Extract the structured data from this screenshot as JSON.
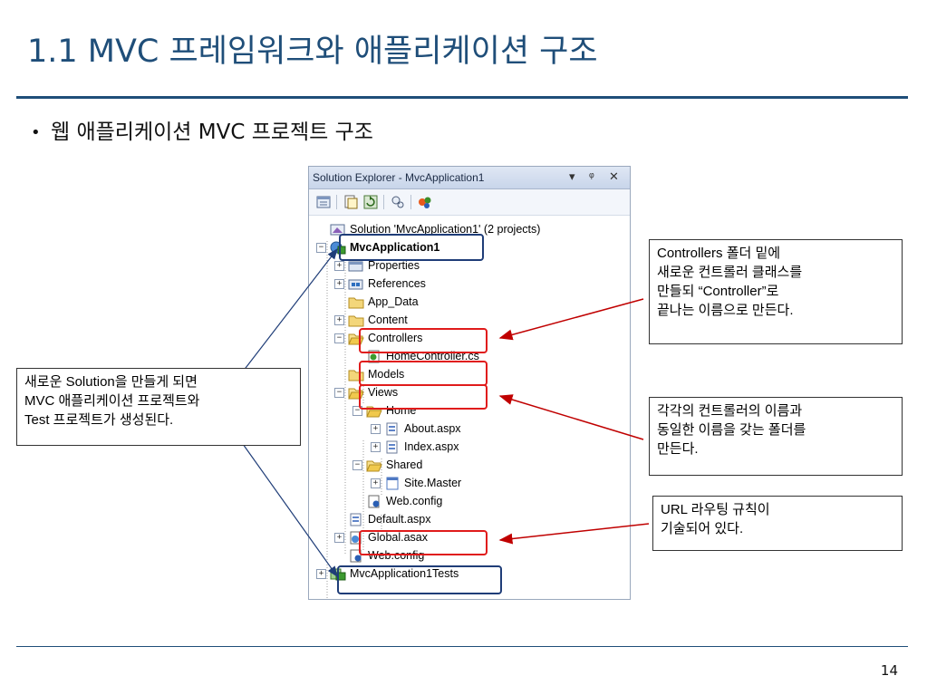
{
  "slide": {
    "title": "1.1 MVC 프레임워크와 애플리케이션 구조",
    "bullet": "웹 애플리케이션 MVC 프로젝트 구조",
    "page_number": "14"
  },
  "solution_explorer": {
    "title": "Solution Explorer - MvcApplication1",
    "controls": {
      "dropdown_icon": "chevron-down-icon",
      "pin_icon": "pin-icon",
      "close_icon": "close-icon"
    },
    "toolbar_icons": [
      "properties-icon",
      "show-all-files-icon",
      "refresh-icon",
      "view-designer-icon",
      "class-diagram-icon"
    ],
    "tree": [
      {
        "label": "Solution 'MvcApplication1' (2 projects)",
        "icon": "solution-icon",
        "expander": "",
        "depth": 0
      },
      {
        "label": "MvcApplication1",
        "icon": "web-project-icon",
        "expander": "−",
        "depth": 0,
        "bold": true
      },
      {
        "label": "Properties",
        "icon": "properties-folder-icon",
        "expander": "+",
        "depth": 1
      },
      {
        "label": "References",
        "icon": "references-icon",
        "expander": "+",
        "depth": 1
      },
      {
        "label": "App_Data",
        "icon": "folder-icon",
        "expander": "",
        "depth": 1
      },
      {
        "label": "Content",
        "icon": "folder-icon",
        "expander": "+",
        "depth": 1
      },
      {
        "label": "Controllers",
        "icon": "open-folder-icon",
        "expander": "−",
        "depth": 1
      },
      {
        "label": "HomeController.cs",
        "icon": "cs-file-icon",
        "expander": "",
        "depth": 2
      },
      {
        "label": "Models",
        "icon": "folder-icon",
        "expander": "",
        "depth": 1
      },
      {
        "label": "Views",
        "icon": "open-folder-icon",
        "expander": "−",
        "depth": 1
      },
      {
        "label": "Home",
        "icon": "open-folder-icon",
        "expander": "−",
        "depth": 2
      },
      {
        "label": "About.aspx",
        "icon": "aspx-file-icon",
        "expander": "+",
        "depth": 3
      },
      {
        "label": "Index.aspx",
        "icon": "aspx-file-icon",
        "expander": "+",
        "depth": 3
      },
      {
        "label": "Shared",
        "icon": "open-folder-icon",
        "expander": "−",
        "depth": 2
      },
      {
        "label": "Site.Master",
        "icon": "master-file-icon",
        "expander": "+",
        "depth": 3
      },
      {
        "label": "Web.config",
        "icon": "config-file-icon",
        "expander": "",
        "depth": 2
      },
      {
        "label": "Default.aspx",
        "icon": "aspx-file-icon",
        "expander": "",
        "depth": 1
      },
      {
        "label": "Global.asax",
        "icon": "asax-file-icon",
        "expander": "+",
        "depth": 1
      },
      {
        "label": "Web.config",
        "icon": "config-file-icon",
        "expander": "",
        "depth": 1
      },
      {
        "label": "MvcApplication1Tests",
        "icon": "test-project-icon",
        "expander": "+",
        "depth": 0
      }
    ]
  },
  "callouts": {
    "controllers": [
      "Controllers 폴더 밑에",
      "새로운 컨트롤러 클래스를",
      "만들되 “Controller”로",
      "끝나는 이름으로 만든다."
    ],
    "views": [
      "각각의 컨트롤러의 이름과",
      "동일한 이름을 갖는 폴더를",
      "만든다."
    ],
    "global": [
      "URL 라우팅 규칙이",
      "기술되어 있다."
    ],
    "solution": [
      "새로운 Solution을 만들게 되면",
      "MVC 애플리케이션 프로젝트와",
      "Test 프로젝트가 생성된다."
    ]
  },
  "colors": {
    "title": "#1f4e79",
    "highlight_red": "#e01b1b",
    "highlight_blue": "#1f3d78",
    "arrow_red": "#c00000",
    "line_blue": "#1f3d78"
  }
}
